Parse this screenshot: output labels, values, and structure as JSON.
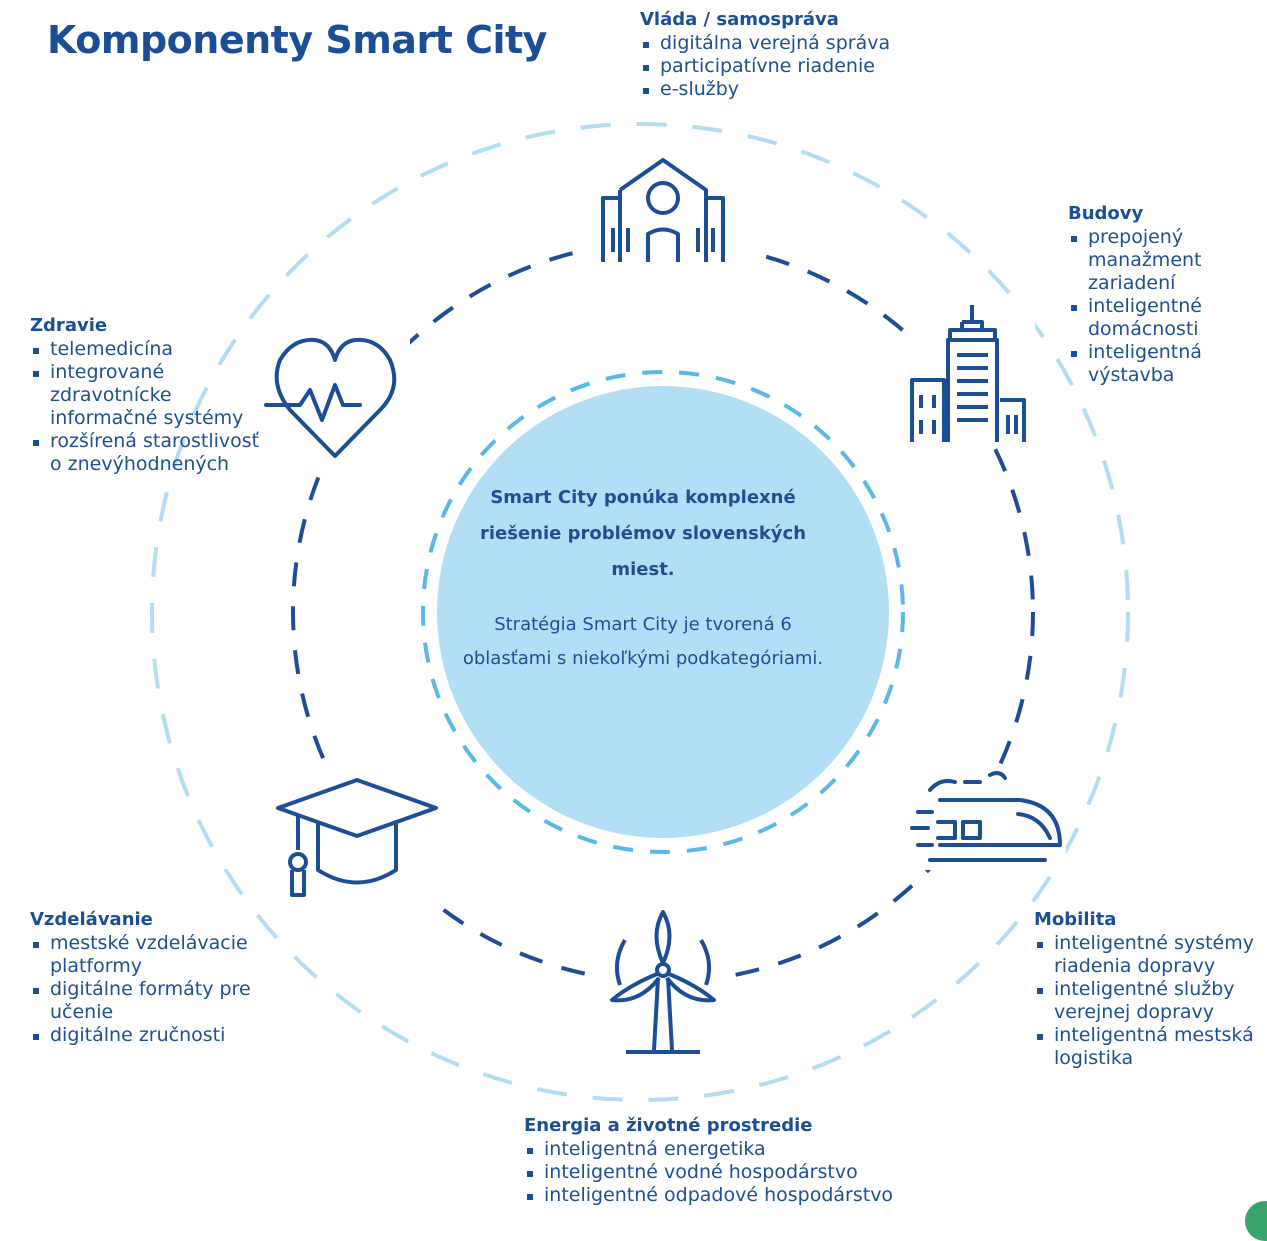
{
  "title": "Komponenty Smart City",
  "center": {
    "headline": "Smart City ponúka komplexné riešenie problémov slovenských miest.",
    "text": "Stratégia Smart City je tvorená 6 oblasťami s niekoľkými podkategóriami."
  },
  "colors": {
    "dark_blue": "#1c4e96",
    "light_blue": "#b2dff6",
    "mid_blue": "#5ab8e8",
    "pale_blue": "#b3ddf2"
  },
  "areas": [
    {
      "title": "Vláda / samospráva",
      "icon": "town-hall-icon",
      "items": [
        "digitálna verejná správa",
        "participatívne riadenie",
        "e-služby"
      ]
    },
    {
      "title": "Budovy",
      "icon": "skyscraper-icon",
      "items": [
        "prepojený manažment zariadení",
        "inteligentné domácnosti",
        "inteligentná výstavba"
      ]
    },
    {
      "title": "Mobilita",
      "icon": "train-icon",
      "items": [
        "inteligentné systémy riadenia dopravy",
        "inteligentné služby verejnej dopravy",
        "inteligentná mestská logistika"
      ]
    },
    {
      "title": "Energia a životné prostredie",
      "icon": "wind-turbine-icon",
      "items": [
        "inteligentná energetika",
        "inteligentné vodné hospodárstvo",
        "inteligentné odpadové hospodárstvo"
      ]
    },
    {
      "title": "Vzdelávanie",
      "icon": "graduation-cap-icon",
      "items": [
        "mestské vzdelávacie platformy",
        "digitálne formáty pre učenie",
        "digitálne zručnosti"
      ]
    },
    {
      "title": "Zdravie",
      "icon": "heart-pulse-icon",
      "items": [
        "telemedicína",
        "integrované zdravotnícke informačné systémy",
        "rozšírená starostlivosť o znevýhodnených"
      ]
    }
  ]
}
